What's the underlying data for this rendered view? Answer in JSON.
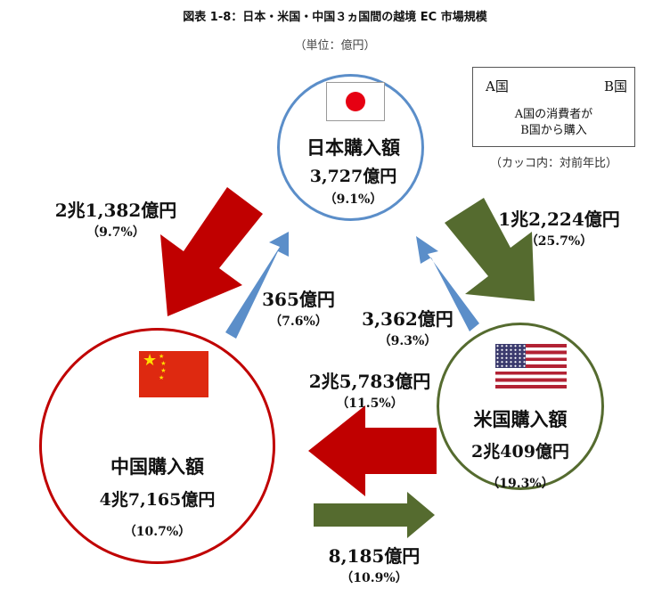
{
  "header": {
    "title": "図表 1-8：日本・米国・中国３ヵ国間の越境 EC 市場規模",
    "unit": "（単位：億円）"
  },
  "legend": {
    "country_a": "A国",
    "country_b": "B国",
    "description_line1": "A国の消費者が",
    "description_line2": "B国から購入",
    "note": "（カッコ内：対前年比）"
  },
  "countries": {
    "japan": {
      "name": "日本購入額",
      "amount": "3,727億円",
      "growth": "（9.1%）"
    },
    "usa": {
      "name": "米国購入額",
      "amount": "2兆409億円",
      "growth": "（19.3%）"
    },
    "china": {
      "name": "中国購入額",
      "amount": "4兆7,165億円",
      "growth": "（10.7%）"
    }
  },
  "flows": {
    "china_from_japan": {
      "amount": "2兆1,382億円",
      "growth": "（9.7%）",
      "color": "#c00000"
    },
    "japan_from_china": {
      "amount": "365億円",
      "growth": "（7.6%）",
      "color": "#5b8ec9"
    },
    "usa_from_japan": {
      "amount": "1兆2,224億円",
      "growth": "（25.7%）",
      "color": "#556b2f"
    },
    "japan_from_usa": {
      "amount": "3,362億円",
      "growth": "（9.3%）",
      "color": "#5b8ec9"
    },
    "china_from_usa": {
      "amount": "2兆5,783億円",
      "growth": "（11.5%）",
      "color": "#c00000"
    },
    "usa_from_china": {
      "amount": "8,185億円",
      "growth": "（10.9%）",
      "color": "#556b2f"
    }
  },
  "colors": {
    "japan_circle": "#5b8ec9",
    "usa_circle": "#556b2f",
    "china_circle": "#c00000",
    "legend_arrow": "#7f7f7f"
  }
}
